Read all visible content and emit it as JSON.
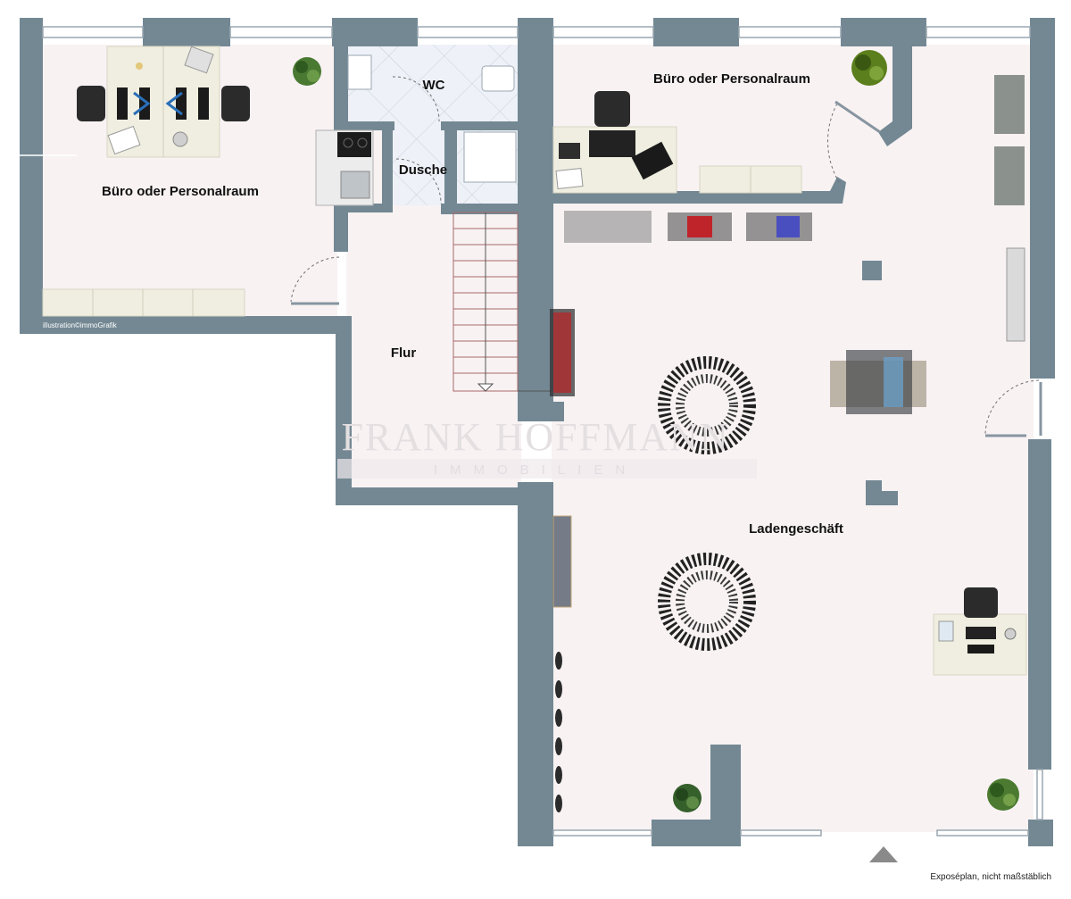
{
  "rooms": {
    "office_left": "Büro oder Personalraum",
    "wc": "WC",
    "shower": "Dusche",
    "office_right": "Büro oder Personalraum",
    "hallway": "Flur",
    "shop": "Ladengeschäft"
  },
  "credit": "illustration©immoGrafik",
  "footnote": "Exposéplan, nicht maßstäblich",
  "watermark": {
    "line1": "FRANK HOFFMANN",
    "line2": "IMMOBILIEN"
  },
  "colors": {
    "wall": "#738893",
    "floor": "#f8f2f3",
    "tile": "#eef1f7",
    "plant": "#3c6b2a"
  }
}
